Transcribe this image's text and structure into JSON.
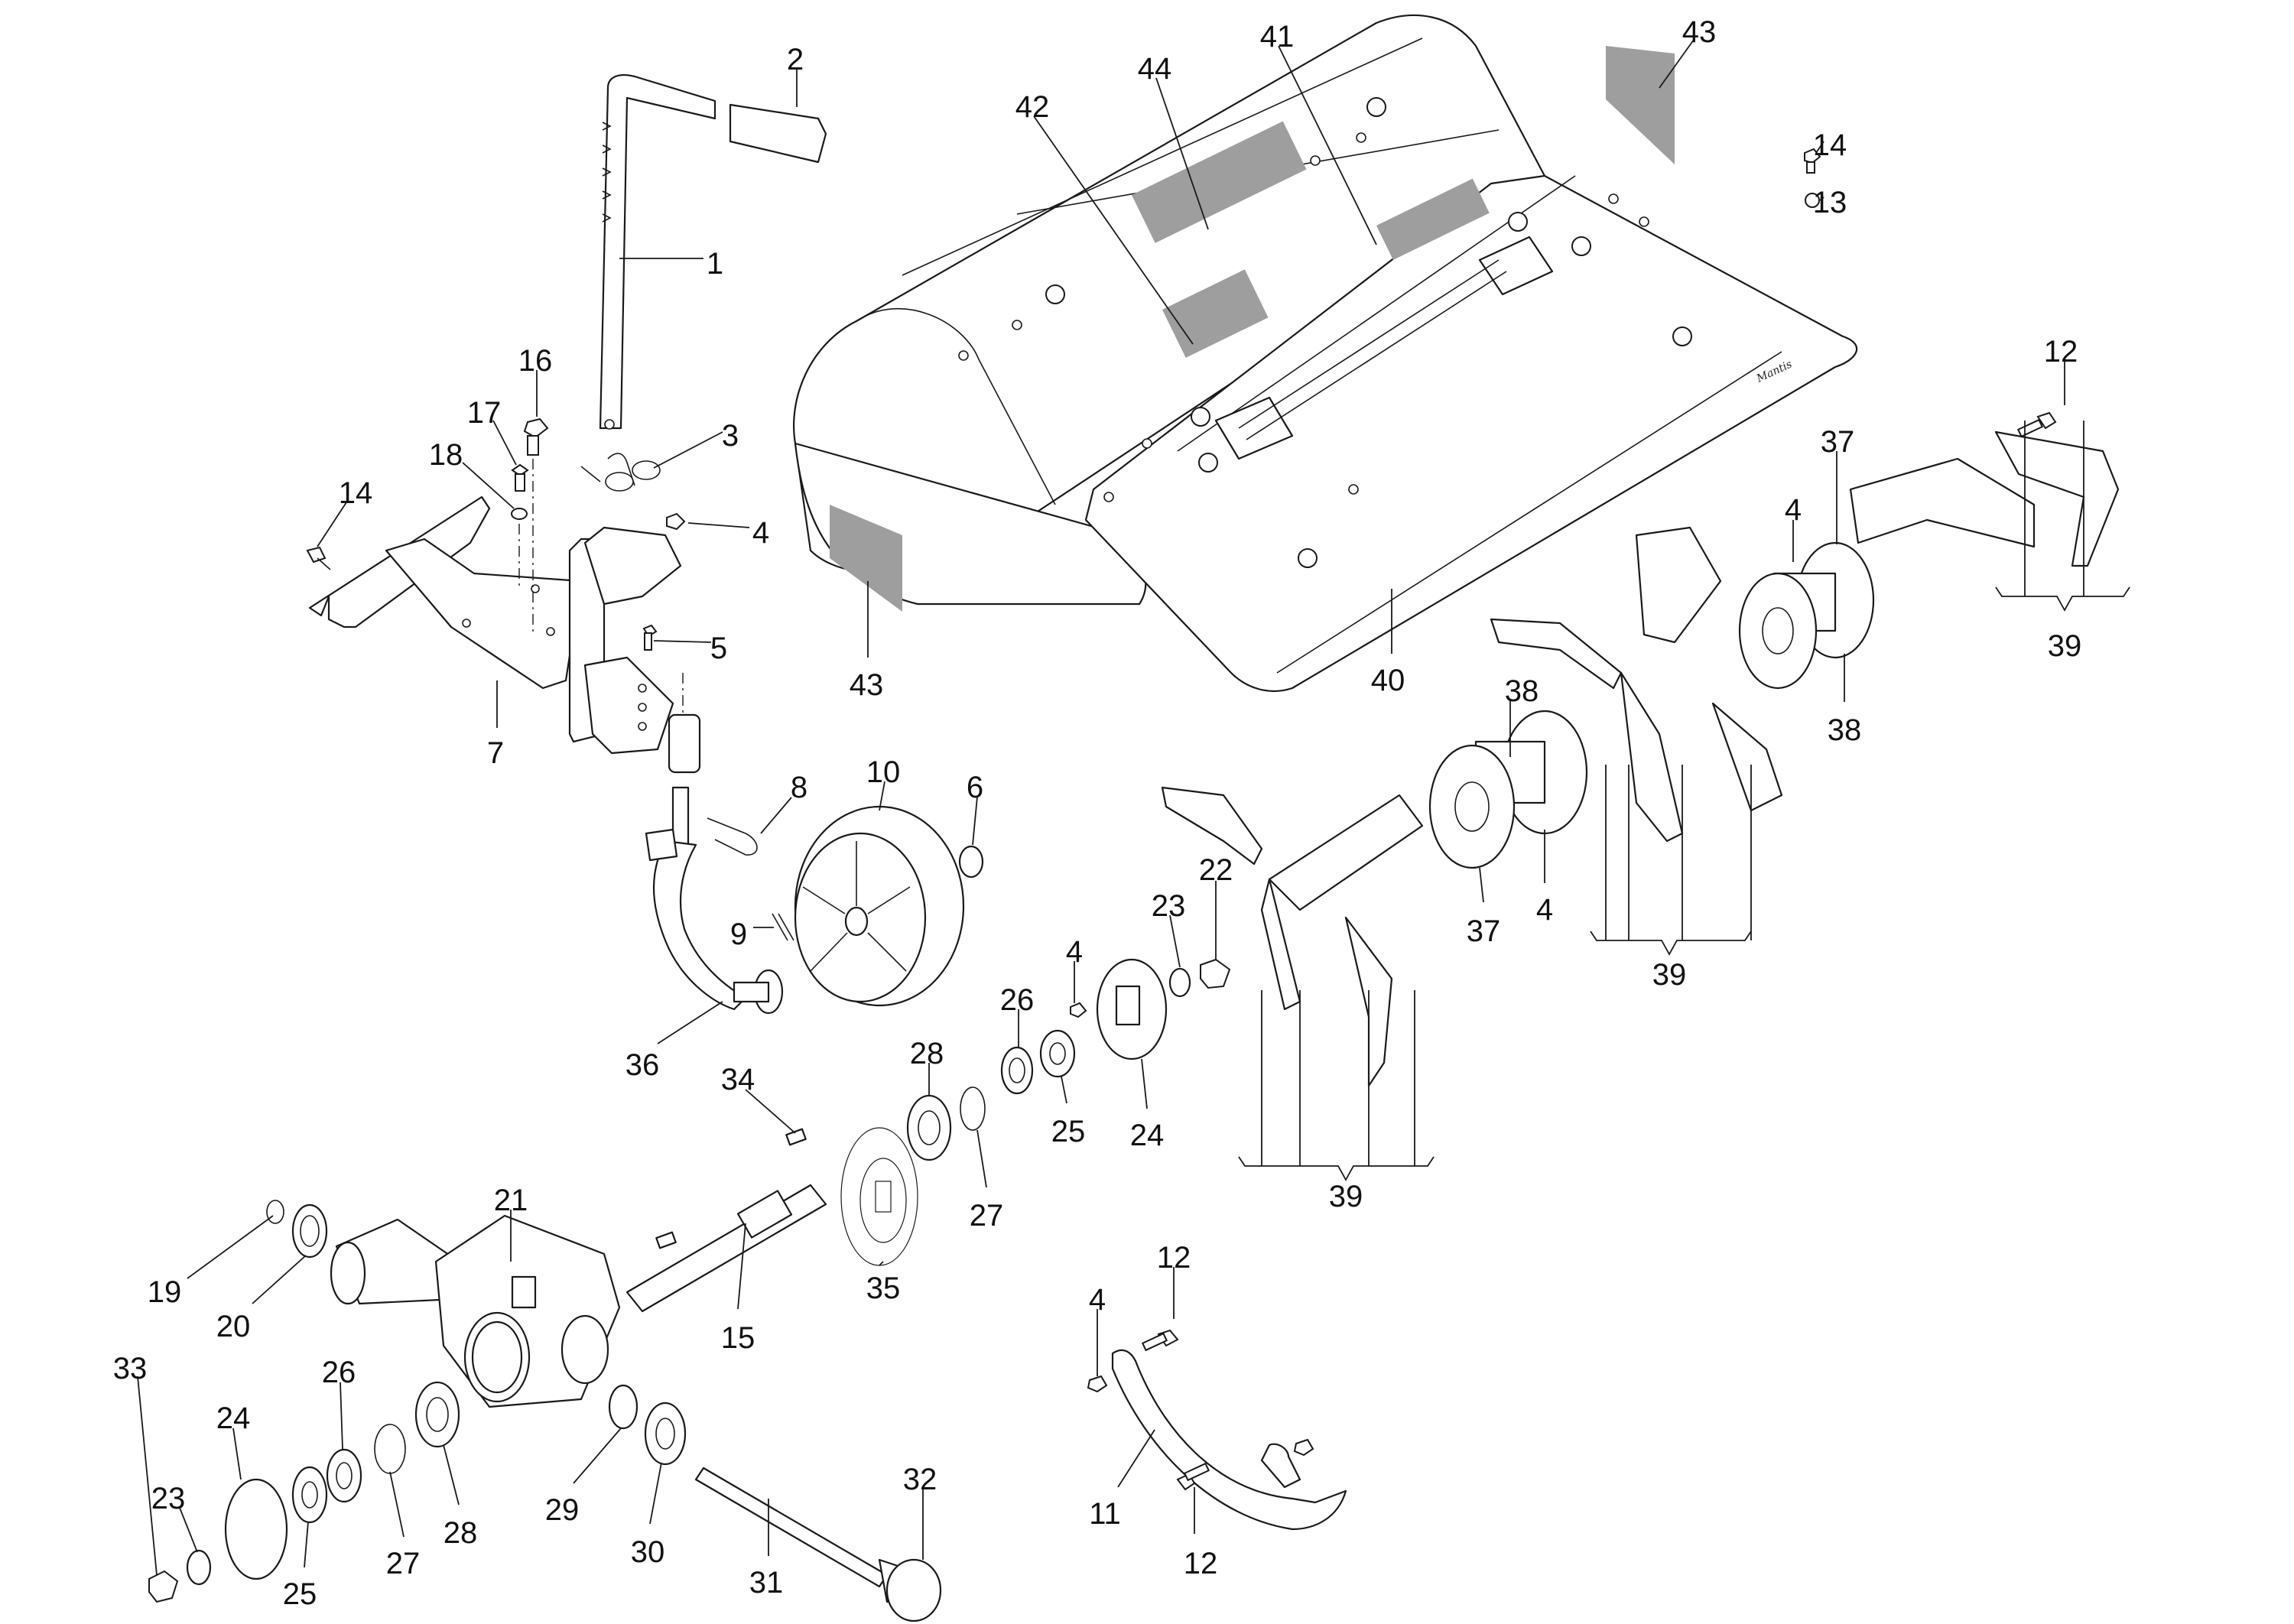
{
  "diagram": {
    "type": "exploded-parts-diagram",
    "subject": "Rotary tiller attachment assembly",
    "brand_mark": "Mantis",
    "callouts": [
      {
        "id": "c1",
        "text": "1"
      },
      {
        "id": "c2",
        "text": "2"
      },
      {
        "id": "c3",
        "text": "3"
      },
      {
        "id": "c4a",
        "text": "4"
      },
      {
        "id": "c5",
        "text": "5"
      },
      {
        "id": "c6",
        "text": "6"
      },
      {
        "id": "c7",
        "text": "7"
      },
      {
        "id": "c8",
        "text": "8"
      },
      {
        "id": "c9",
        "text": "9"
      },
      {
        "id": "c10",
        "text": "10"
      },
      {
        "id": "c11",
        "text": "11"
      },
      {
        "id": "c12a",
        "text": "12"
      },
      {
        "id": "c12b",
        "text": "12"
      },
      {
        "id": "c12c",
        "text": "12"
      },
      {
        "id": "c13",
        "text": "13"
      },
      {
        "id": "c14a",
        "text": "14"
      },
      {
        "id": "c14b",
        "text": "14"
      },
      {
        "id": "c15",
        "text": "15"
      },
      {
        "id": "c16",
        "text": "16"
      },
      {
        "id": "c17",
        "text": "17"
      },
      {
        "id": "c18",
        "text": "18"
      },
      {
        "id": "c19",
        "text": "19"
      },
      {
        "id": "c20",
        "text": "20"
      },
      {
        "id": "c21",
        "text": "21"
      },
      {
        "id": "c22",
        "text": "22"
      },
      {
        "id": "c23a",
        "text": "23"
      },
      {
        "id": "c23b",
        "text": "23"
      },
      {
        "id": "c24a",
        "text": "24"
      },
      {
        "id": "c24b",
        "text": "24"
      },
      {
        "id": "c25a",
        "text": "25"
      },
      {
        "id": "c25b",
        "text": "25"
      },
      {
        "id": "c26a",
        "text": "26"
      },
      {
        "id": "c26b",
        "text": "26"
      },
      {
        "id": "c27a",
        "text": "27"
      },
      {
        "id": "c27b",
        "text": "27"
      },
      {
        "id": "c28a",
        "text": "28"
      },
      {
        "id": "c28b",
        "text": "28"
      },
      {
        "id": "c29",
        "text": "29"
      },
      {
        "id": "c30",
        "text": "30"
      },
      {
        "id": "c31",
        "text": "31"
      },
      {
        "id": "c32",
        "text": "32"
      },
      {
        "id": "c33",
        "text": "33"
      },
      {
        "id": "c34",
        "text": "34"
      },
      {
        "id": "c35",
        "text": "35"
      },
      {
        "id": "c36",
        "text": "36"
      },
      {
        "id": "c37a",
        "text": "37"
      },
      {
        "id": "c37b",
        "text": "37"
      },
      {
        "id": "c38a",
        "text": "38"
      },
      {
        "id": "c38b",
        "text": "38"
      },
      {
        "id": "c39a",
        "text": "39"
      },
      {
        "id": "c39b",
        "text": "39"
      },
      {
        "id": "c39c",
        "text": "39"
      },
      {
        "id": "c40",
        "text": "40"
      },
      {
        "id": "c41",
        "text": "41"
      },
      {
        "id": "c42",
        "text": "42"
      },
      {
        "id": "c43a",
        "text": "43"
      },
      {
        "id": "c43b",
        "text": "43"
      },
      {
        "id": "c44",
        "text": "44"
      },
      {
        "id": "c4b",
        "text": "4"
      },
      {
        "id": "c4c",
        "text": "4"
      },
      {
        "id": "c4d",
        "text": "4"
      },
      {
        "id": "c4e",
        "text": "4"
      }
    ]
  }
}
